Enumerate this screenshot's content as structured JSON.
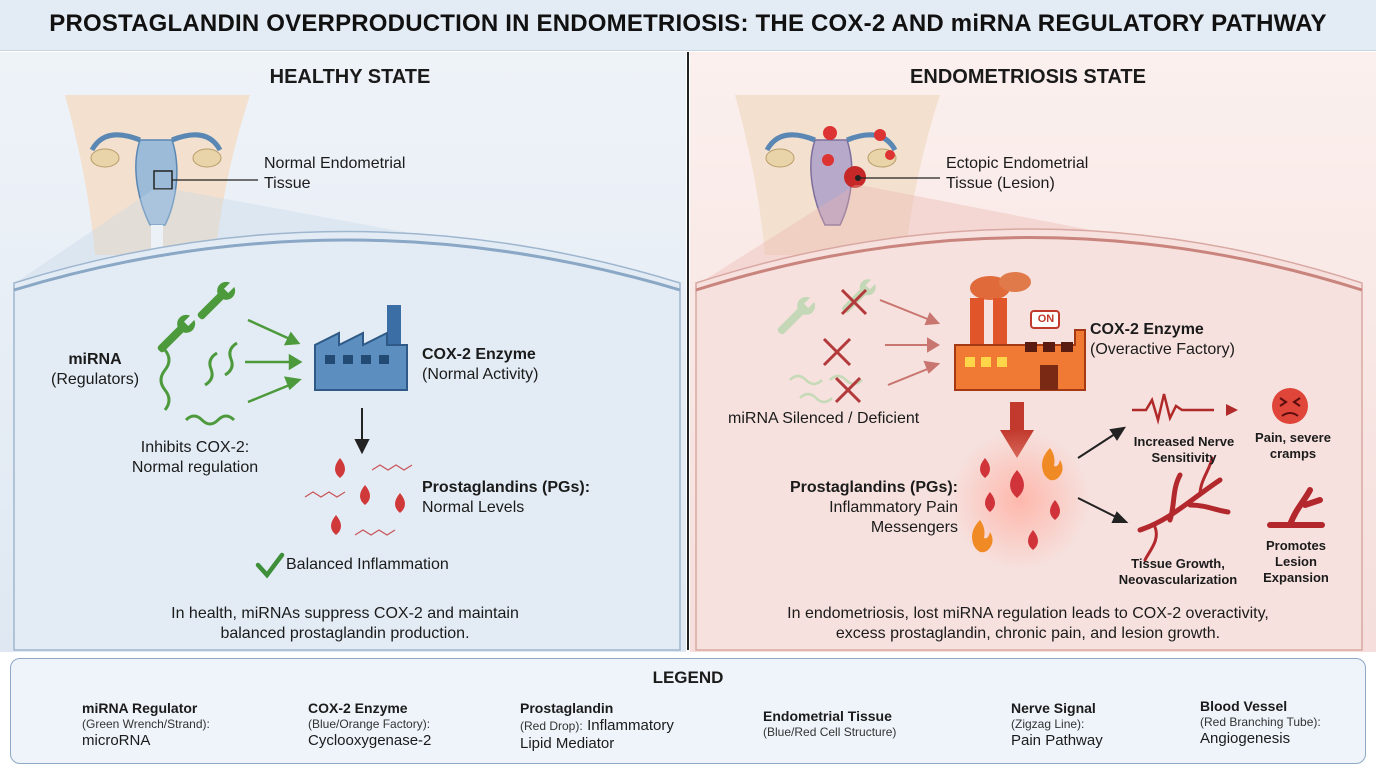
{
  "title": "PROSTAGLANDIN OVERPRODUCTION IN ENDOMETRIOSIS: THE COX-2 AND miRNA REGULATORY PATHWAY",
  "healthy": {
    "heading": "HEALTHY STATE",
    "tissue_label_1": "Normal Endometrial",
    "tissue_label_2": "Tissue",
    "mirna_title": "miRNA",
    "mirna_sub": "(Regulators)",
    "inhibits_1": "Inhibits COX-2:",
    "inhibits_2": "Normal regulation",
    "cox_title": "COX-2 Enzyme",
    "cox_sub": "(Normal Activity)",
    "pg_title": "Prostaglandins (PGs):",
    "pg_sub": "Normal Levels",
    "balanced": "Balanced Inflammation",
    "summary_1": "In health, miRNAs suppress COX-2 and maintain",
    "summary_2": "balanced prostaglandin production."
  },
  "endo": {
    "heading": "ENDOMETRIOSIS STATE",
    "tissue_label_1": "Ectopic Endometrial",
    "tissue_label_2": "Tissue (Lesion)",
    "mirna_label": "miRNA Silenced / Deficient",
    "on_sign": "ON",
    "cox_title": "COX-2 Enzyme",
    "cox_sub": "(Overactive Factory)",
    "pg_title": "Prostaglandins (PGs):",
    "pg_sub_1": "Inflammatory Pain",
    "pg_sub_2": "Messengers",
    "nerve_1": "Increased Nerve",
    "nerve_2": "Sensitivity",
    "pain_1": "Pain, severe",
    "pain_2": "cramps",
    "growth_1": "Tissue Growth,",
    "growth_2": "Neovascularization",
    "lesion_1": "Promotes",
    "lesion_2": "Lesion",
    "lesion_3": "Expansion",
    "summary_1": "In endometriosis, lost miRNA regulation leads to COX-2 overactivity,",
    "summary_2": "excess prostaglandin, chronic pain, and lesion growth."
  },
  "legend": {
    "title": "LEGEND",
    "items": [
      {
        "title": "miRNA Regulator",
        "sub": "(Green Wrench/Strand):",
        "value": "microRNA"
      },
      {
        "title": "COX-2 Enzyme",
        "sub": "(Blue/Orange Factory):",
        "value": "Cyclooxygenase-2"
      },
      {
        "title": "Prostaglandin",
        "sub": "(Red Drop):",
        "value_inline": "Inflammatory",
        "value": "Lipid Mediator"
      },
      {
        "title": "Endometrial Tissue",
        "sub": "(Blue/Red Cell Structure)"
      },
      {
        "title": "Nerve Signal",
        "sub": "(Zigzag Line):",
        "value": "Pain Pathway"
      },
      {
        "title": "Blood Vessel",
        "sub": "(Red Branching Tube):",
        "value": "Angiogenesis"
      }
    ]
  },
  "colors": {
    "healthy_bg": "#e4edf6",
    "endo_bg": "#f7e4e2",
    "accent_green": "#3f8f3a",
    "accent_red": "#c0392b",
    "factory_blue": "#4f7fae",
    "factory_orange": "#ef6a2a"
  },
  "icons": [
    "wrench-icon",
    "rna-strand-icon",
    "factory-icon",
    "drop-icon",
    "check-icon",
    "cross-icon",
    "flame-icon",
    "zigzag-nerve-icon",
    "pain-face-icon",
    "blood-vessel-icon",
    "cell-icon"
  ]
}
